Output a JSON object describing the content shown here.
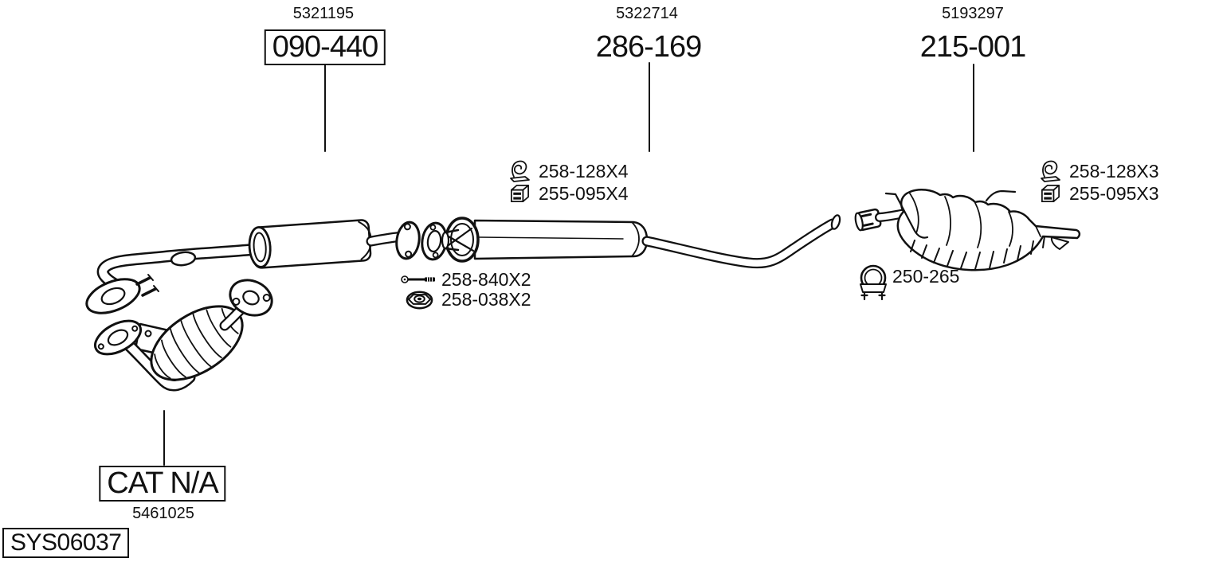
{
  "system": {
    "id": "SYS06037"
  },
  "sections": {
    "front": {
      "ref": "5321195",
      "code": "090-440"
    },
    "center": {
      "ref": "5322714",
      "code": "286-169"
    },
    "rear": {
      "ref": "5193297",
      "code": "215-001"
    }
  },
  "catalyst": {
    "code": "CAT N/A",
    "ref": "5461025"
  },
  "hardware": {
    "center_hangers": [
      {
        "icon": "rubber-hanger",
        "code": "258-128X4"
      },
      {
        "icon": "rubber-mount",
        "code": "255-095X4"
      }
    ],
    "fasteners": [
      {
        "icon": "bolt",
        "code": "258-840X2"
      },
      {
        "icon": "flange-nut",
        "code": "258-038X2"
      }
    ],
    "rear_hangers": [
      {
        "icon": "rubber-hanger",
        "code": "258-128X3"
      },
      {
        "icon": "rubber-mount",
        "code": "255-095X3"
      }
    ],
    "clamp": {
      "icon": "pipe-clamp",
      "code": "250-265"
    }
  },
  "colors": {
    "line": "#111111",
    "background": "#ffffff"
  }
}
